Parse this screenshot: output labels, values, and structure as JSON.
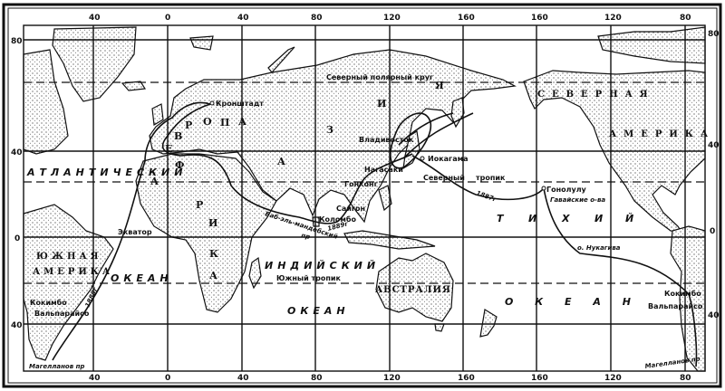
{
  "map": {
    "lon_labels_top": [
      "40",
      "0",
      "40",
      "80",
      "120",
      "160",
      "160",
      "120",
      "80"
    ],
    "lon_labels_bottom": [
      "40",
      "0",
      "40",
      "80",
      "120",
      "160",
      "160",
      "120",
      "80"
    ],
    "lat_labels_left": [
      "80",
      "40",
      "0",
      "40"
    ],
    "lat_labels_right": [
      "80",
      "40",
      "0",
      "40"
    ],
    "lines": {
      "arctic_circle": "Северный полярный круг",
      "tropic_north_a": "Северный",
      "tropic_north_b": "тропик",
      "tropic_south": "Южный тропик",
      "equator": "Экватор"
    },
    "regions": {
      "atlantic": "АТЛАНТИЧЕСКИЙ",
      "atlantic_ocean": "ОКЕАН",
      "indian": "ИНДИЙСКИЙ",
      "indian_ocean": "ОКЕАН",
      "pacific": [
        "Т",
        "И",
        "Х",
        "И",
        "Й"
      ],
      "pacific_ocean": "О К Е А Н",
      "south_america_1": "ЮЖНАЯ",
      "south_america_2": "АМЕРИКА",
      "north_america_1": "СЕВЕРНАЯ",
      "north_america_2": "АМЕРИКА",
      "australia": "АВСТРАЛИЯ",
      "europe": [
        "Е",
        "В",
        "Р",
        "О",
        "П",
        "А"
      ],
      "asia": [
        "А",
        "З",
        "И",
        "Я"
      ],
      "africa": [
        "А",
        "Ф",
        "Р",
        "И",
        "К",
        "А"
      ]
    },
    "places": {
      "kronstadt": "Кронштадт",
      "vladivostok": "Владивосток",
      "nagasaki": "Нагасаки",
      "yokohama": "Иокагама",
      "hongkong": "Гонконг",
      "saigon": "Сайгон",
      "colombo": "Коломбо",
      "bab_el_mandeb_1": "Баб-эль-мандебский",
      "bab_el_mandeb_2": "пр",
      "honolulu": "Гонолулу",
      "hawaii": "Гавайские о-ва",
      "nukuhiva": "о. Нукагива",
      "coquimbo_w": "Кокимбо",
      "valparaiso_w": "Вальпарайсо",
      "magellan_w": "Магелланов пр",
      "coquimbo_e": "Кокимбо",
      "valparaiso_e": "Вальпарайсо",
      "magellan_e": "Магелланов пр"
    },
    "years": {
      "y1889": "1889г",
      "y1887": "1887г",
      "y1888": "1888г"
    }
  }
}
